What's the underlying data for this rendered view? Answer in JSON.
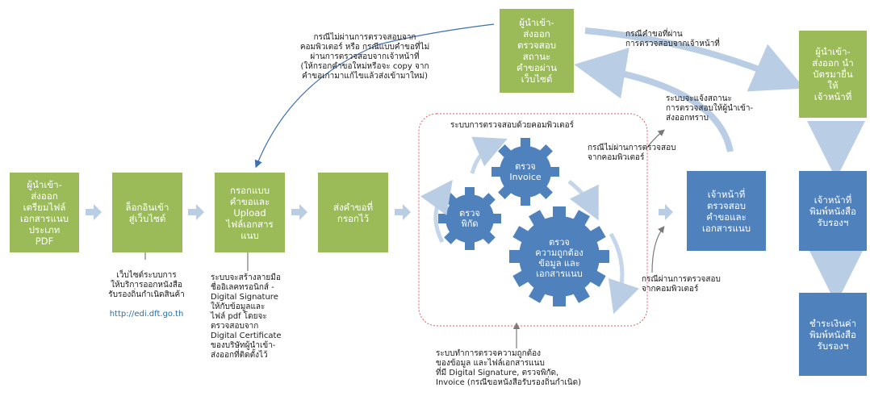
{
  "boxes": {
    "prepare_pdf": "ผู้นำเข้า-\nส่งออก\nเตรียมไฟล์\nเอกสารแนบ\nประเภท\nPDF",
    "login": "ล็อกอินเข้า\nสู่เว็บไซต์",
    "fill_upload": "กรอกแบบ\nคำขอและ\nUpload\nไฟล์เอกสาร\nแนบ",
    "submit": "ส่งคำขอที่\nกรอกไว้",
    "check_status": "ผู้นำเข้า-\nส่งออก\nตรวจสอบ\nสถานะ\nคำขอผ่าน\nเว็บไซต์",
    "officer_check": "เจ้าหน้าที่\nตรวจสอบ\nคำขอและ\nเอกสารแนบ",
    "bring_card": "ผู้นำเข้า-\nส่งออก นำ\nบัตรมายื่น\nให้\nเจ้าหน้าที่",
    "officer_print": "เจ้าหน้าที่\nพิมพ์หนังสือ\nรับรองฯ",
    "pay": "ชำระเงินค่า\nพิมพ์หนังสือ\nรับรองฯ"
  },
  "system_title": "ระบบการตรวจสอบด้วยคอมพิวเตอร์",
  "gears": {
    "invoice": "ตรวจ\nInvoice",
    "origin": "ตรวจ\nพิกัด",
    "accuracy": "ตรวจ\nความถูกต้อง\nข้อมูล และ\nเอกสารแนบ"
  },
  "notes": {
    "website_note": "เว็บไซต์ระบบการ\nให้บริการออกหนังสือ\nรับรองถิ่นกำเนิดสินค้า",
    "website_url": "http://edi.dft.go.th",
    "signature_note": "ระบบจะสร้างลายมือ\nชื่ออิเลคทรอนิกส์ -\nDigital Signature\nให้กับข้อมูลและ\nไฟล์ pdf โดยจะ\nตรวจสอบจาก\nDigital Certificate\nของบริษัทผู้นำเข้า-\nส่งออกที่ติดตั้งไว้",
    "verify_note": "ระบบทำการตรวจความถูกต้อง\nของข้อมูล และไฟล์เอกสารแนบ\nที่มี Digital Signature, ตรวจพิกัด,\nInvoice (กรณีขอหนังสือรับรองถิ่นกำเนิด)",
    "fail_note": "กรณีไม่ผ่านการตรวจสอบจาก\nคอมพิวเตอร์ หรือ กรณีแบบคำขอที่ไม่\nผ่านการตรวจสอบจากเจ้าหน้าที่\n(ให้กรอกคำขอใหม่หรือจะ copy จาก\nคำขอเก่ามาแก้ไขแล้วส่งเข้ามาใหม่)",
    "officer_pass": "กรณีคำขอที่ผ่าน\nการตรวจสอบจากเจ้าหน้าที่",
    "notify_status": "ระบบจะแจ้งสถานะ\nการตรวจสอบให้ผู้นำเข้า-\nส่งออกทราบ",
    "computer_fail": "กรณีไม่ผ่านการตรวจสอบ\nจากคอมพิวเตอร์",
    "computer_pass": "กรณีผ่านการตรวจสอบ\nจากคอมพิวเตอร์"
  },
  "colors": {
    "green": "#9bbb59",
    "blue": "#4f81bd",
    "arrow": "#b9cde5",
    "dotted_border": "#e06060"
  }
}
